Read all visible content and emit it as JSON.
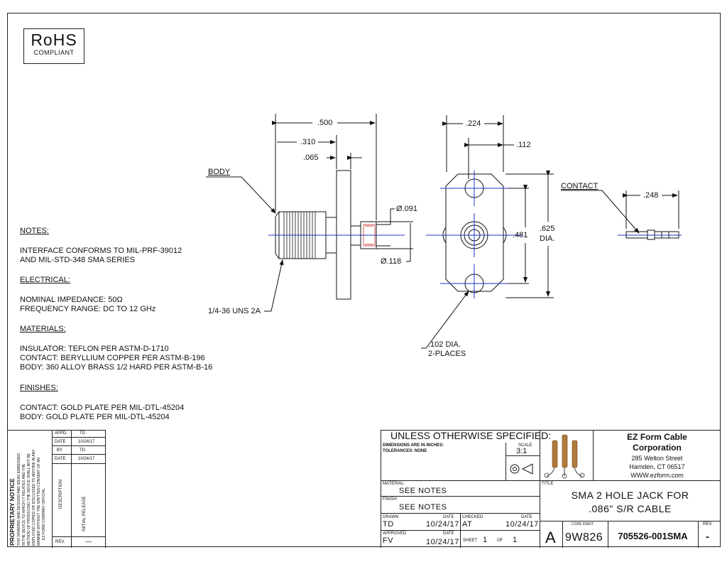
{
  "rohs": {
    "title": "RoHS",
    "subtitle": "COMPLIANT"
  },
  "notes": {
    "notes_heading": "NOTES:",
    "interface": [
      "INTERFACE CONFORMS TO MIL-PRF-39012",
      "AND MIL-STD-348 SMA SERIES"
    ],
    "electrical_heading": "ELECTRICAL:",
    "electrical": [
      "NOMINAL IMPEDANCE: 50Ω",
      "FREQUENCY RANGE: DC TO 12 GHz"
    ],
    "materials_heading": "MATERIALS:",
    "materials": [
      "INSULATOR: TEFLON PER ASTM-D-1710",
      "CONTACT: BERYLLIUM COPPER PER ASTM-B-196",
      "BODY: 360 ALLOY BRASS 1/2 HARD PER ASTM-B-16"
    ],
    "finishes_heading": "FINISHES:",
    "finishes": [
      "CONTACT: GOLD PLATE PER MIL-DTL-45204",
      "BODY: GOLD PLATE PER MIL-DTL-45204"
    ]
  },
  "drawing": {
    "body_label": "BODY",
    "dim_500": ".500",
    "dim_310": ".310",
    "dim_065": ".065",
    "dim_091": "Ø.091",
    "dim_118": "Ø.118",
    "thread_label": "1/4-36 UNS 2A",
    "dim_224": ".224",
    "dim_112": ".112",
    "dim_481": ".481",
    "dim_625": ".625",
    "dim_625_dia": "DIA.",
    "hole_label_1": ".102 DIA.",
    "hole_label_2": "2-PLACES",
    "contact_label": "CONTACT",
    "dim_248": ".248"
  },
  "revision": {
    "appd_label": "APPD.",
    "appd_value": "TD",
    "date_label": "DATE",
    "date1": "10/24/17",
    "by_label": "BY",
    "by_value": "TD",
    "date2": "10/24/17",
    "description_label": "DESCRIPTION",
    "description": "INITIAL RELEASE",
    "rev_label": "REV.",
    "rev_value": "—"
  },
  "proprietary": {
    "title": "PROPRIETARY NOTICE",
    "lines": [
      "THIS DRAWING AND DESIGNS AND IDEAS EMBEDDED",
      "IN THE DEVICE TO WHICH IT RELATES AND THE",
      "METHOD OF PRODUCING THE DEVICE SHALL NOT BE",
      "EMPLOYED COPIED OR DISCLOSED TO ANYONE IN ANY",
      "MANNER WITHOUT THE WRITTEN CONSENT OF AN",
      "EZ FORM COMPANY OFFICIAL"
    ]
  },
  "titleblock": {
    "unless": "UNLESS OTHERWISE SPECIFIED:",
    "dims": "DIMENSIONS ARE IN INCHES:",
    "tolerances": "TOLERANCES: NONE",
    "scale_label": "SCALE",
    "scale_value": "3:1",
    "material_label": "MATERIAL:",
    "material_value": "SEE NOTES",
    "finish_label": "FINISH:",
    "finish_value": "SEE NOTES",
    "drawn_label": "DRAWN",
    "drawn_value": "TD",
    "drawn_date_label": "DATE",
    "drawn_date": "10/24/17",
    "checked_label": "CHECKED",
    "checked_value": "AT",
    "checked_date_label": "DATE",
    "checked_date": "10/24/17",
    "approved_label": "APPROVED",
    "approved_value": "FV",
    "approved_date_label": "DATE",
    "approved_date": "10/24/17",
    "sheet_label": "SHEET",
    "sheet_value": "1",
    "of_label": "OF",
    "of_value": "1",
    "company_1": "EZ Form Cable",
    "company_2": "Corporation",
    "address_1": "285 Welton Street",
    "address_2": "Hamden, CT 06517",
    "website": "WWW.ezform.com",
    "title_label": "TITLE",
    "title_1": "SMA 2 HOLE JACK FOR",
    "title_2": ".086\" S/R CABLE",
    "size": "A",
    "code_ident_label": "CODE IDENT.",
    "code_ident": "9W826",
    "part_number": "705526-001SMA",
    "rev_label": "REV.",
    "rev_value": "-"
  },
  "colors": {
    "centerline": "#2233cc",
    "contact_hatch": "#cc3333",
    "ink": "#111111"
  }
}
